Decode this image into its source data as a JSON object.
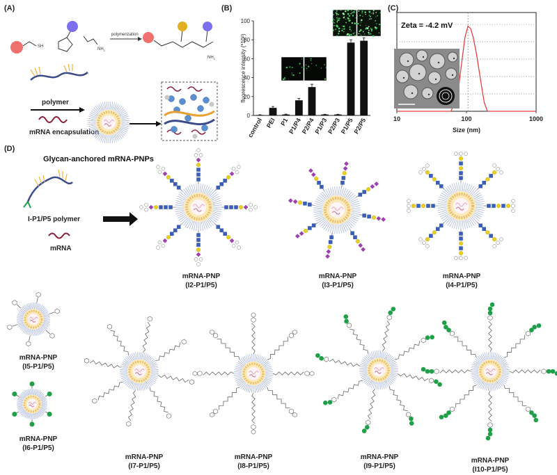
{
  "panels": {
    "a": "(A)",
    "b": "(B)",
    "c": "(C)",
    "d": "(D)"
  },
  "panel_a": {
    "reaction_label": "polymerization",
    "thiol_group": "SH",
    "amide_group": "NH",
    "amide_subscript": "2",
    "polymer_label": "polymer",
    "encapsulation_label": "mRNA encapsulation",
    "colors": {
      "red_monomer": "#f07070",
      "blue_monomer": "#7b6ff0",
      "gold_monomer": "#e0b020"
    }
  },
  "panel_b": {
    "chart_data": {
      "type": "bar",
      "categories": [
        "control",
        "PEI",
        "P1",
        "P1/P4",
        "P2/P4",
        "P1/P3",
        "P2/P3",
        "P1/P5",
        "P2/P5"
      ],
      "values": [
        0.5,
        8,
        1,
        16,
        30,
        1,
        1,
        77,
        79
      ],
      "errors": [
        0.3,
        1.5,
        0.4,
        2,
        3,
        0.3,
        0.3,
        3,
        3
      ],
      "ylabel": "fluorescence intensity (*10³)",
      "ylim": [
        0,
        100
      ],
      "yticks": [
        0,
        20,
        40,
        60,
        80,
        100
      ],
      "grid": false
    }
  },
  "panel_c": {
    "zeta_label": "Zeta = -4.2 mV",
    "chart_data": {
      "type": "line",
      "x": [
        10,
        60,
        75,
        85,
        95,
        105,
        115,
        125,
        140,
        160,
        180,
        200,
        1000
      ],
      "y": [
        0,
        0,
        20,
        55,
        85,
        98,
        95,
        85,
        65,
        35,
        10,
        0,
        0
      ],
      "xlabel": "Size (nm)",
      "xscale": "log",
      "xlim": [
        10,
        1000
      ],
      "xticks": [
        10,
        100,
        1000
      ],
      "ylim": [
        0,
        100
      ],
      "color": "#e04040",
      "grid": "dotted-horizontal"
    }
  },
  "panel_d": {
    "title": "Glycan-anchored mRNA-PNPs",
    "polymer_label": "I-P1/P5 polymer",
    "mrna_label": "mRNA",
    "particles": [
      {
        "name": "mRNA-PNP",
        "code": "(I2-P1/P5)"
      },
      {
        "name": "mRNA-PNP",
        "code": "(I3-P1/P5)"
      },
      {
        "name": "mRNA-PNP",
        "code": "(I4-P1/P5)"
      },
      {
        "name": "mRNA-PNP",
        "code": "(I5-P1/P5)"
      },
      {
        "name": "mRNA-PNP",
        "code": "(I6-P1/P5)"
      },
      {
        "name": "mRNA-PNP",
        "code": "(I7-P1/P5)"
      },
      {
        "name": "mRNA-PNP",
        "code": "(I8-P1/P5)"
      },
      {
        "name": "mRNA-PNP",
        "code": "(I9-P1/P5)"
      },
      {
        "name": "mRNA-PNP",
        "code": "(I10-P1/P5)"
      }
    ],
    "colors": {
      "glcnac_square": "#3c5fb5",
      "galactose_circle": "#e8d020",
      "mannose_green": "#1fa048",
      "sialic_purple": "#a040b0",
      "shell_ray": "#a9b6e0",
      "shell_fill": "#fbe9b8",
      "core_pink": "#e8b0c8"
    }
  }
}
